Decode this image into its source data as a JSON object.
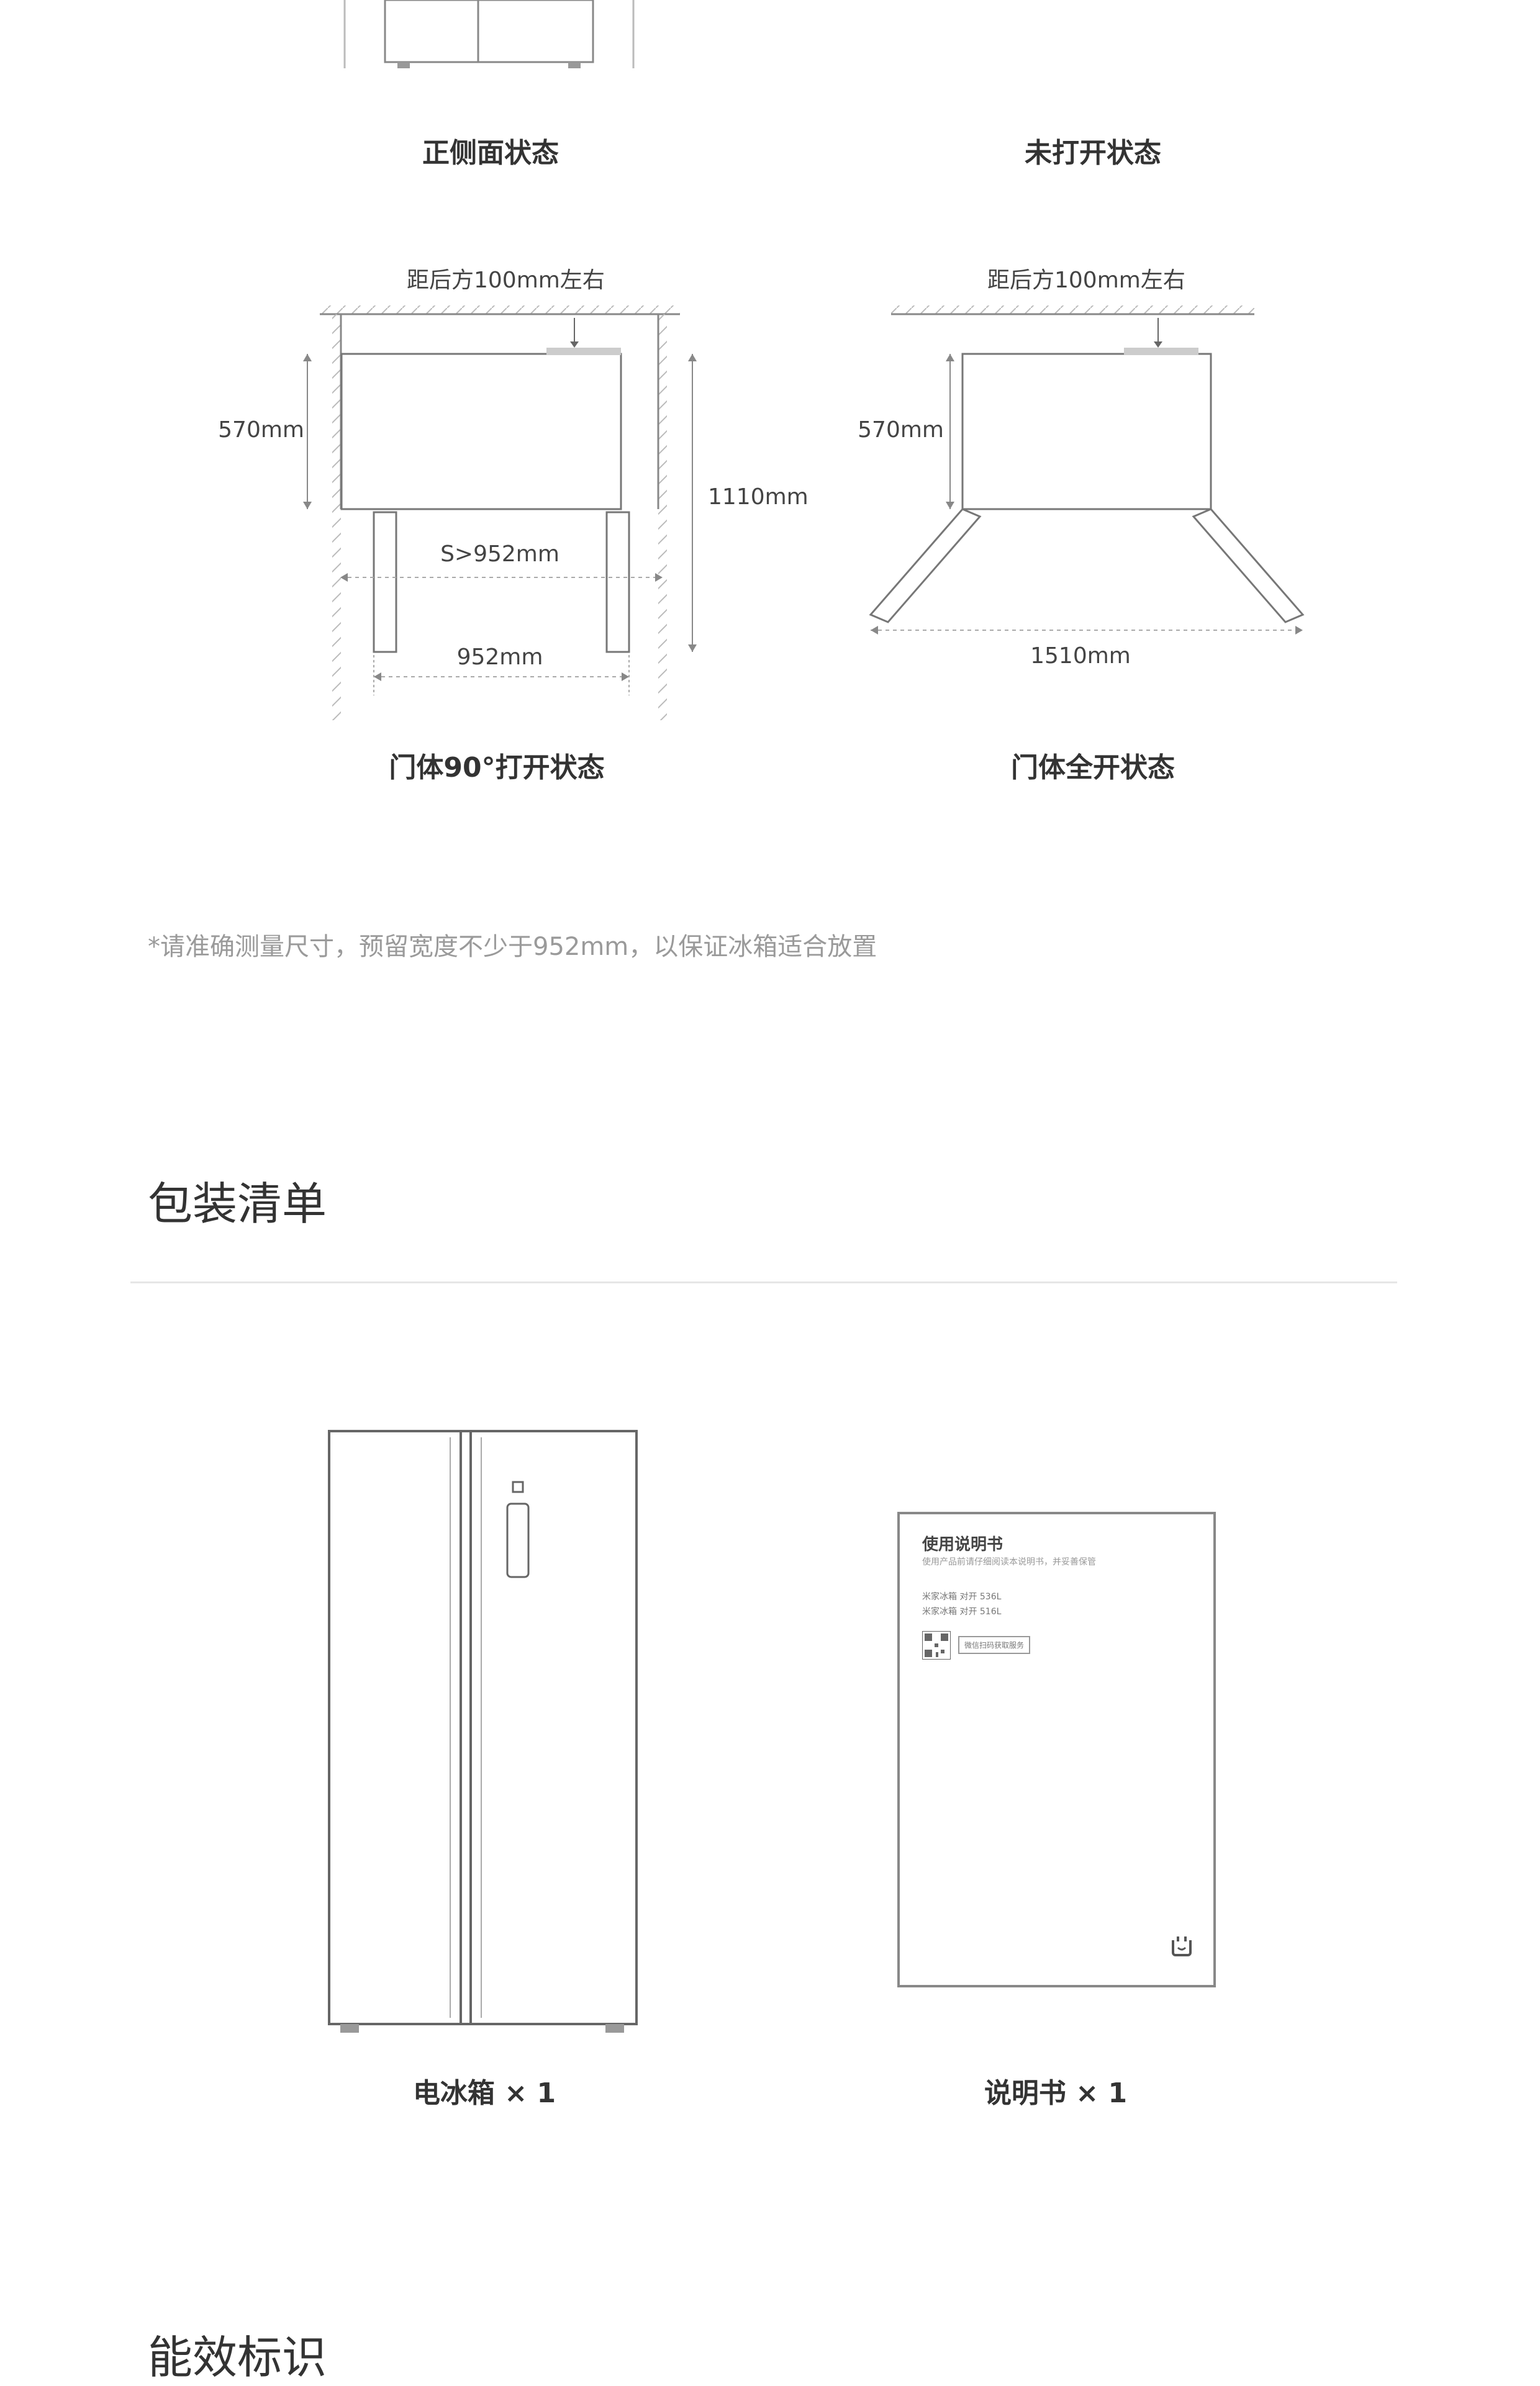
{
  "top_captions": {
    "front_side": "正侧面状态",
    "closed": "未打开状态"
  },
  "diagram_90": {
    "top_note": "距后方100mm左右",
    "depth": "570mm",
    "total_depth": "1110mm",
    "space": "S>952mm",
    "width": "952mm",
    "caption": "门体90°打开状态"
  },
  "diagram_full": {
    "top_note": "距后方100mm左右",
    "depth": "570mm",
    "width": "1510mm",
    "caption": "门体全开状态"
  },
  "footnote": "*请准确测量尺寸，预留宽度不少于952mm，以保证冰箱适合放置",
  "packing": {
    "title": "包装清单",
    "fridge_caption": "电冰箱 × 1",
    "manual_caption": "说明书 × 1",
    "manual_title": "使用说明书",
    "manual_subtitle": "使用产品前请仔细阅读本说明书，并妥善保管",
    "manual_model_1": "米家冰箱 对开 536L",
    "manual_model_2": "米家冰箱 对开 516L",
    "manual_button": "微信扫码获取服务"
  },
  "energy_title": "能效标识"
}
